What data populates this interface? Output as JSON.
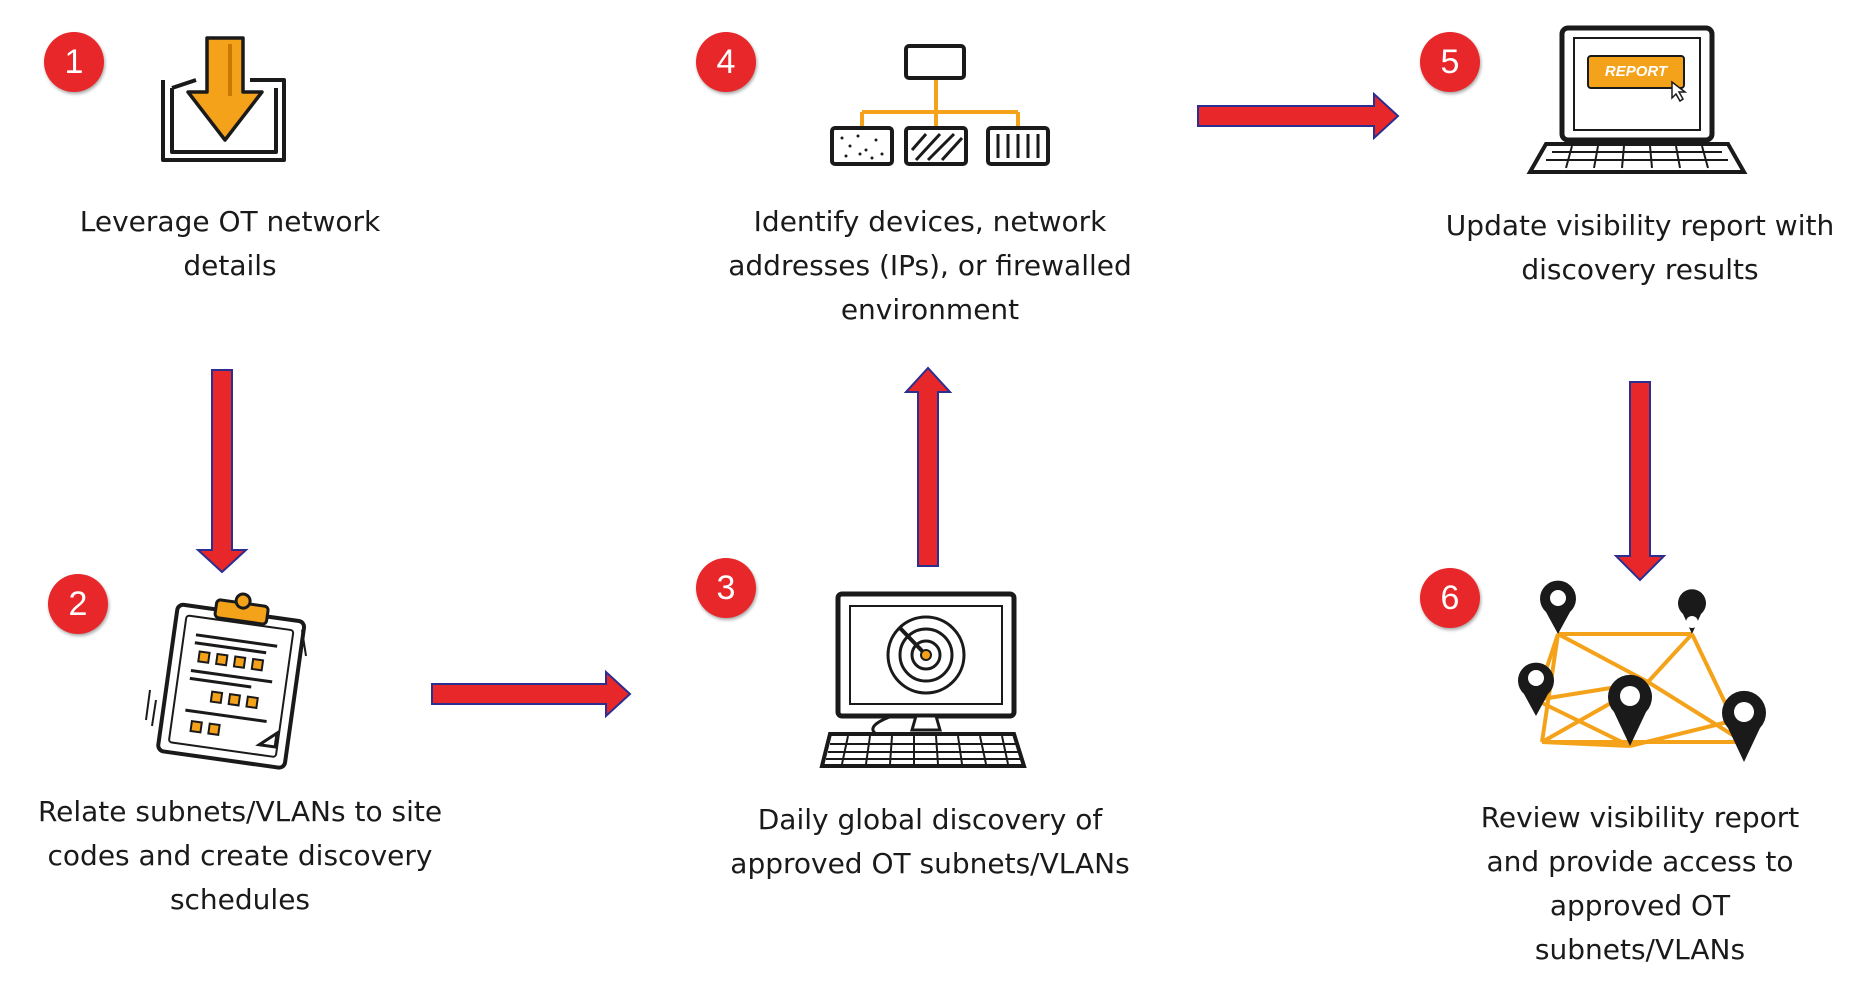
{
  "steps": [
    {
      "number": "1",
      "lines": [
        "Leverage OT network",
        "details"
      ],
      "icon": "download-tray-icon"
    },
    {
      "number": "2",
      "lines": [
        "Relate subnets/VLANs to site",
        "codes and create discovery",
        "schedules"
      ],
      "icon": "clipboard-icon"
    },
    {
      "number": "3",
      "lines": [
        "Daily global discovery of",
        "approved OT subnets/VLANs"
      ],
      "icon": "radar-computer-icon"
    },
    {
      "number": "4",
      "lines": [
        "Identify devices, network",
        "addresses (IPs), or firewalled",
        "environment"
      ],
      "icon": "network-hierarchy-icon"
    },
    {
      "number": "5",
      "lines": [
        "Update visibility report  with",
        "discovery results"
      ],
      "icon": "laptop-report-icon",
      "screen_text": "REPORT"
    },
    {
      "number": "6",
      "lines": [
        "Review visibility report",
        "and provide access to",
        "approved OT",
        "subnets/VLANs"
      ],
      "icon": "map-pins-network-icon"
    }
  ],
  "colors": {
    "badge": "#e8272a",
    "arrow": "#e8272a",
    "arrow_outline": "#2b2f8f",
    "accent": "#f5a21b",
    "ink": "#1a1a1a"
  }
}
